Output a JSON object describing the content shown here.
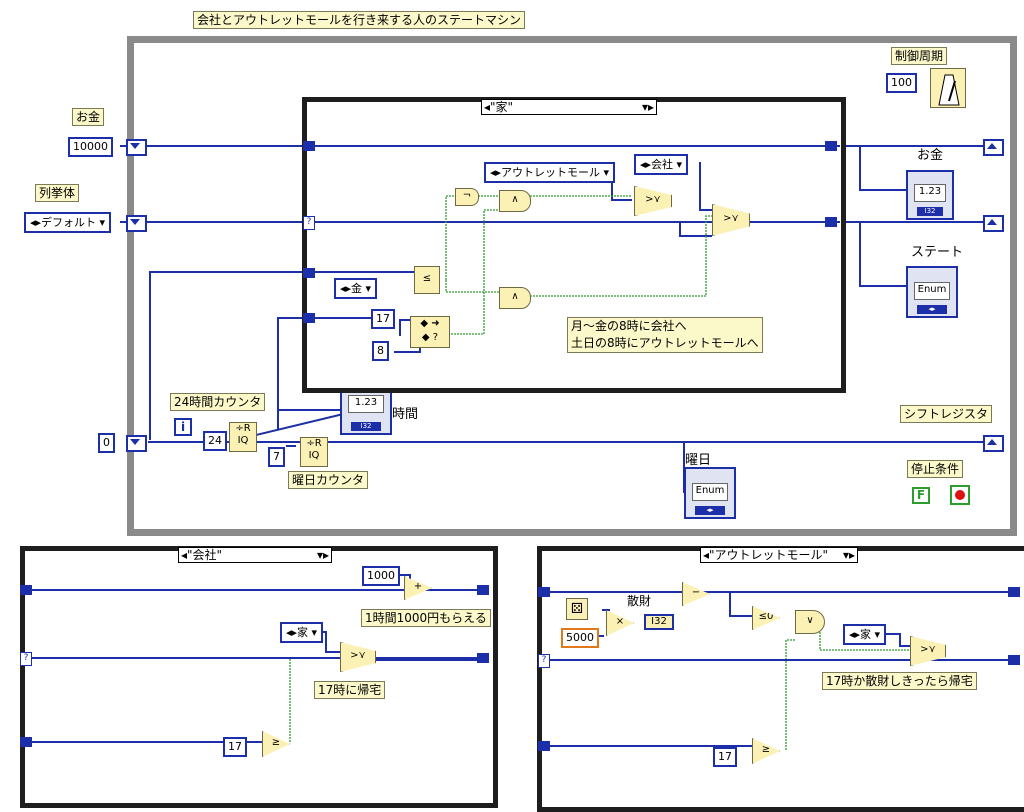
{
  "main": {
    "title": "会社とアウトレットモールを行き来する人のステートマシン",
    "period_label": "制御周期",
    "period_value": "100",
    "money_label": "お金",
    "money_initial": "10000",
    "enum_label": "列挙体",
    "enum_initial": "デフォルト",
    "zero_initial": "0",
    "counter24_label": "24時間カウンタ",
    "loop_i": "i",
    "const_24": "24",
    "const_7": "7",
    "weekday_counter_label": "曜日カウンタ",
    "hour_label": "時間",
    "hour_display": "1.23",
    "shift_register_label": "シフトレジスタ",
    "weekday_label": "曜日",
    "stop_label": "停止条件",
    "stop_value": "F",
    "money_out_label": "お金",
    "money_out_display": "1.23",
    "state_label": "ステート",
    "enum_tag": "Enum",
    "i32_tag": "I32"
  },
  "case_home": {
    "selector": "\"家\"",
    "enum_outlet": "アウトレットモール",
    "enum_company": "会社",
    "enum_fri": "金",
    "const_17": "17",
    "const_8": "8",
    "comment_line1": "月～金の8時に会社へ",
    "comment_line2": "土日の8時にアウトレットモールへ"
  },
  "case_company": {
    "selector": "\"会社\"",
    "const_1000": "1000",
    "comment_pay": "1時間1000円もらえる",
    "enum_home": "家",
    "comment_home": "17時に帰宅",
    "const_17": "17"
  },
  "case_outlet": {
    "selector": "\"アウトレットモール\"",
    "waste_label": "散財",
    "const_5000": "5000",
    "i32_tag": "I32",
    "enum_home": "家",
    "comment": "17時か散財しきったら帰宅",
    "const_17": "17"
  },
  "colors": {
    "wire_numeric": "#1c2ea8",
    "wire_bool": "#2d9d2d",
    "loop_frame": "#8a8a8a",
    "label_bg": "#fbf8c9",
    "case_frame": "#1e1e1e"
  }
}
